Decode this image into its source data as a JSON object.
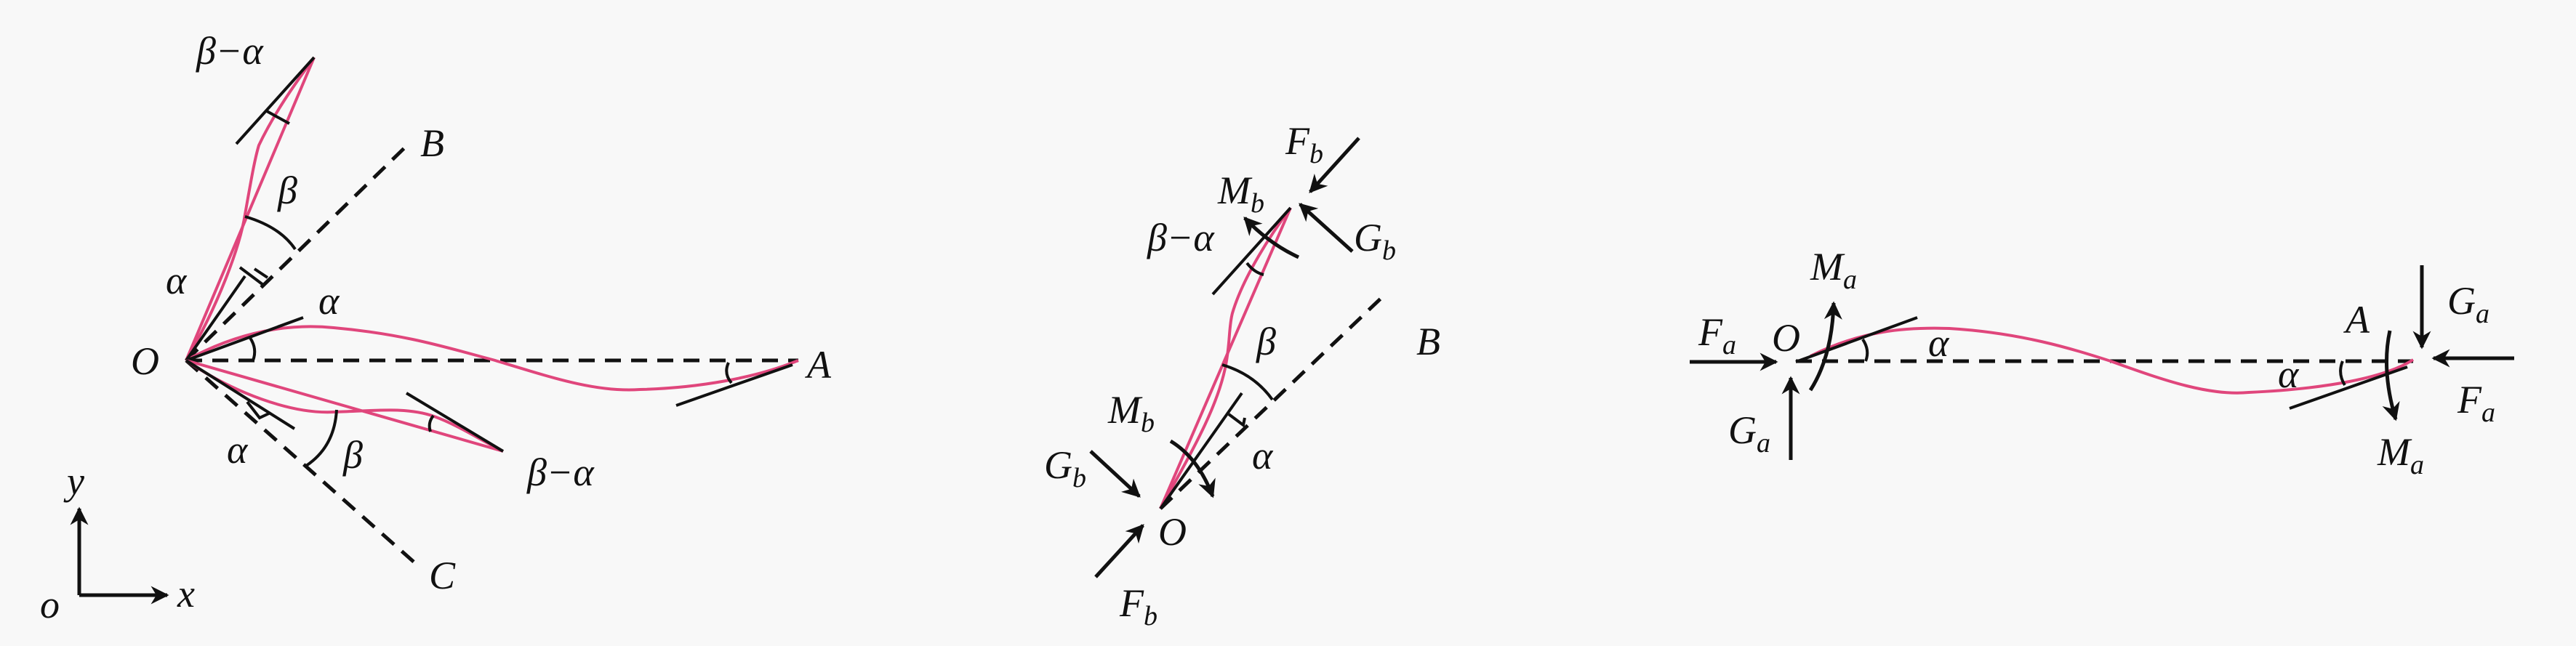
{
  "panel_a": {
    "origin": "O",
    "point_a": "A",
    "point_b": "B",
    "point_c": "C",
    "alpha_oa": "α",
    "alpha_ob": "α",
    "alpha_oc": "α",
    "beta_ob": "β",
    "beta_oc": "β",
    "beta_minus_alpha_top": "β−α",
    "beta_minus_alpha_bottom": "β−α",
    "axes": {
      "y": "y",
      "x": "x",
      "o": "o"
    }
  },
  "panel_b": {
    "origin": "O",
    "point_b": "B",
    "beta": "β",
    "alpha": "α",
    "beta_minus_alpha": "β−α",
    "fb_top": {
      "main": "F",
      "sub": "b"
    },
    "gb_top": {
      "main": "G",
      "sub": "b"
    },
    "mb_top": {
      "main": "M",
      "sub": "b"
    },
    "fb_bottom": {
      "main": "F",
      "sub": "b"
    },
    "gb_bottom": {
      "main": "G",
      "sub": "b"
    },
    "mb_bottom": {
      "main": "M",
      "sub": "b"
    }
  },
  "panel_c": {
    "origin": "O",
    "point_a": "A",
    "alpha_o": "α",
    "alpha_a": "α",
    "fa_left": {
      "main": "F",
      "sub": "a"
    },
    "ga_left": {
      "main": "G",
      "sub": "a"
    },
    "ma_left": {
      "main": "M",
      "sub": "a"
    },
    "fa_right": {
      "main": "F",
      "sub": "a"
    },
    "ga_right": {
      "main": "G",
      "sub": "a"
    },
    "ma_right": {
      "main": "M",
      "sub": "a"
    }
  },
  "colors": {
    "beam": "#e0467c",
    "line": "#111111",
    "background": "#f8f8f8"
  }
}
